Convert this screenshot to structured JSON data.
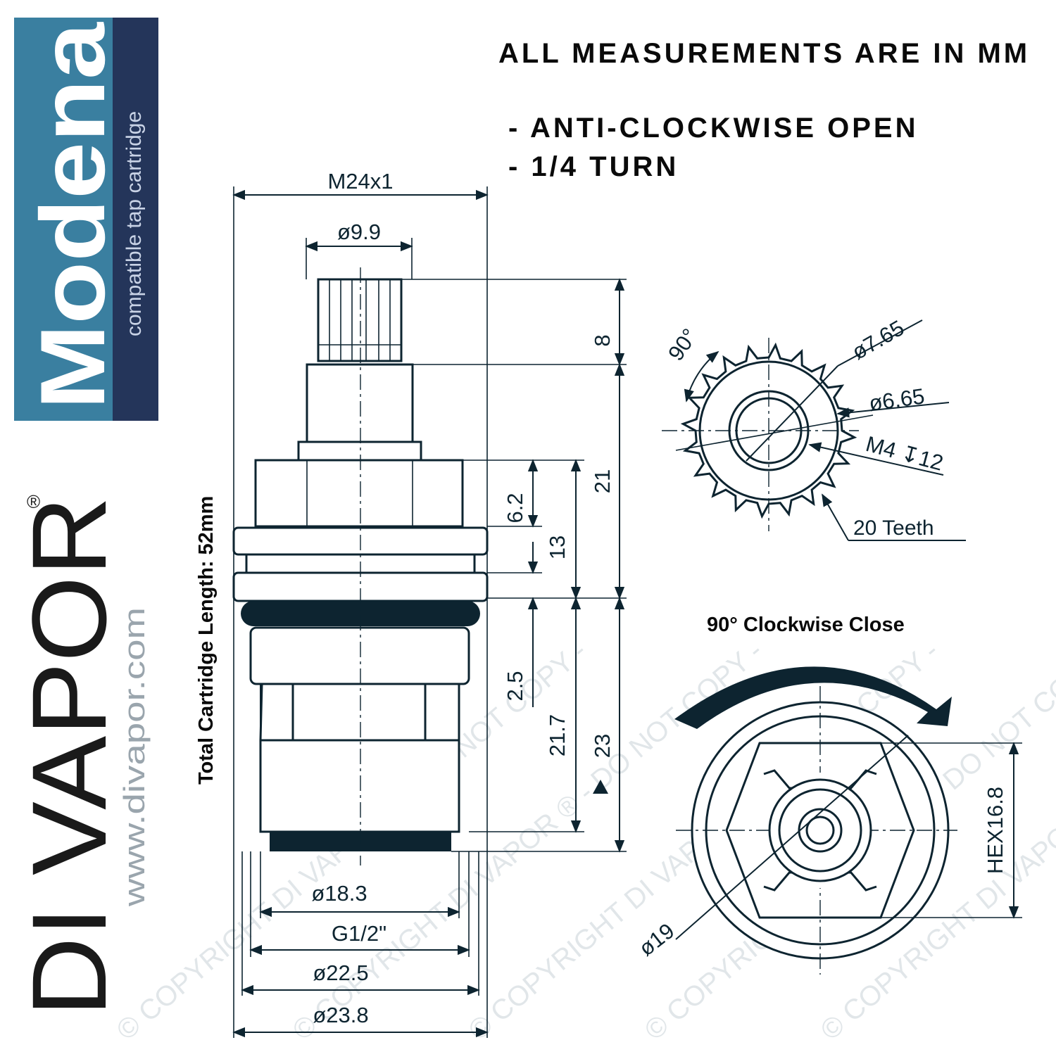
{
  "brand": {
    "product_name": "Modena",
    "tagline": "compatible tap cartridge",
    "logo_text": "DI VAPOR",
    "logo_registered": "®",
    "website": "www.divapor.com",
    "banner_color": "#3a7fa0",
    "banner_dark_color": "#1f2a4a",
    "watermark": "© COPYRIGHT DI VAPOR ® - DO NOT COPY -"
  },
  "header": {
    "measurement_note": "ALL MEASUREMENTS ARE IN MM",
    "feature_1": "- ANTI-CLOCKWISE OPEN",
    "feature_2": "- 1/4 TURN"
  },
  "side_view": {
    "total_length_label": "Total Cartridge Length: 52mm",
    "thread": "M24x1",
    "spindle_dia": "ø9.9",
    "dim_8": "8",
    "dim_21": "21",
    "dim_6_2": "6.2",
    "dim_13": "13",
    "dim_2_5": "2.5",
    "dim_21_7": "21.7",
    "dim_23": "23",
    "dia_18_3": "ø18.3",
    "thread_g": "G1/2\"",
    "dia_22_5": "ø22.5",
    "dia_23_8": "ø23.8"
  },
  "spline_view": {
    "angle": "90°",
    "outer_dia": "ø7.65",
    "inner_dia": "ø6.65",
    "screw": "M4 ↧12",
    "teeth": "20 Teeth"
  },
  "bottom_view": {
    "caption": "90° Clockwise Close",
    "dia": "ø19",
    "hex": "HEX16.8"
  }
}
